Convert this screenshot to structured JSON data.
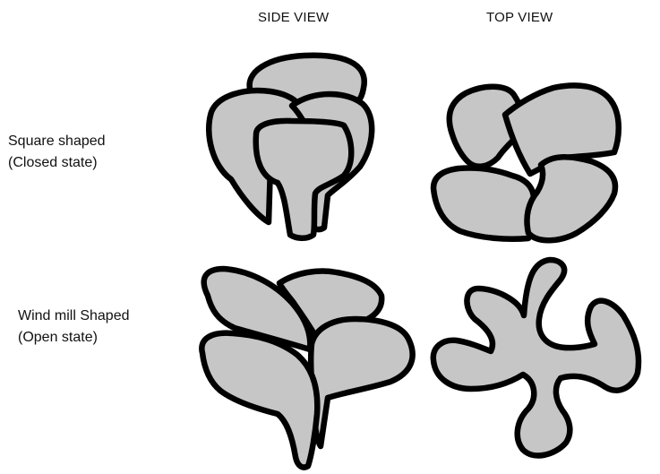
{
  "columns": {
    "side_view": "SIDE VIEW",
    "top_view": "TOP VIEW"
  },
  "rows": [
    {
      "line1": "Square shaped",
      "line2": "(Closed state)"
    },
    {
      "line1": "Wind mill Shaped",
      "line2": "(Open state)"
    }
  ],
  "colors": {
    "fill": "#c6c6c6",
    "outline": "#000000"
  }
}
